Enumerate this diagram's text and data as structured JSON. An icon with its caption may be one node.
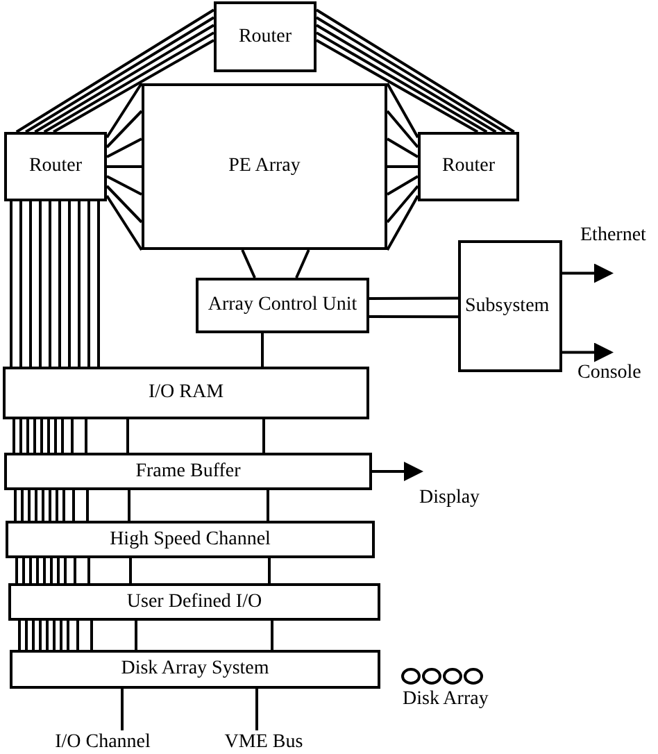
{
  "diagram": {
    "nodes": [
      {
        "text": [
          "Router"
        ]
      },
      {
        "text": [
          "Router"
        ]
      },
      {
        "text": [
          "PE Array"
        ]
      },
      {
        "text": [
          "Router"
        ]
      },
      {
        "text": [
          "Array Control Unit"
        ]
      },
      {
        "text": [
          "Subsystem"
        ]
      },
      {
        "text": [
          "I/O RAM"
        ]
      },
      {
        "text": [
          "Frame Buffer"
        ]
      },
      {
        "text": [
          "High Speed Channel"
        ]
      },
      {
        "text": [
          "User Defined I/O"
        ]
      },
      {
        "text": [
          "Disk Array System"
        ]
      },
      {
        "text": [
          "I/O Channel"
        ]
      },
      {
        "text": [
          "VME Bus"
        ]
      }
    ],
    "edges": [
      {
        "from": 0,
        "to": 1,
        "arrow": "none"
      },
      {
        "from": 0,
        "to": 3,
        "arrow": "none"
      },
      {
        "from": 1,
        "to": 2,
        "arrow": "none"
      },
      {
        "from": 2,
        "to": 3,
        "arrow": "none"
      },
      {
        "from": 2,
        "to": 4,
        "arrow": "none"
      },
      {
        "from": 4,
        "to": 5,
        "arrow": "none"
      },
      {
        "from": 5,
        "to": null,
        "arrow": "to",
        "label": "Ethernet"
      },
      {
        "from": 5,
        "to": null,
        "arrow": "to",
        "label": "Console"
      },
      {
        "from": 4,
        "to": 6,
        "arrow": "none"
      },
      {
        "from": 1,
        "to": 6,
        "arrow": "none"
      },
      {
        "from": 6,
        "to": 7,
        "arrow": "none"
      },
      {
        "from": 7,
        "to": 8,
        "arrow": "none"
      },
      {
        "from": 8,
        "to": 9,
        "arrow": "none"
      },
      {
        "from": 9,
        "to": 10,
        "arrow": "none"
      },
      {
        "from": 7,
        "to": null,
        "arrow": "to",
        "label": "Display"
      },
      {
        "from": 10,
        "to": 11,
        "arrow": "none"
      },
      {
        "from": 10,
        "to": 12,
        "arrow": "none"
      }
    ],
    "labels": [
      "Disk Array"
    ]
  }
}
